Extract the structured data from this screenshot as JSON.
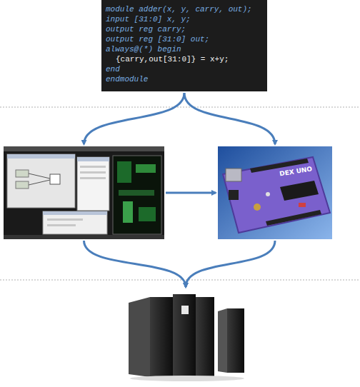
{
  "diagram": {
    "nodes": [
      {
        "text": [
          "module adder(x, y, carry, out);",
          "input [31:0] x, y;",
          "output reg carry;",
          "output reg [31:0] out;",
          "always@(*) begin",
          "{carry,out[31:0]} = x+y;",
          "end",
          "endmodule"
        ]
      },
      {
        "text": []
      },
      {
        "text": [
          "DEX UNO"
        ]
      },
      {
        "text": []
      }
    ],
    "edges": [
      {
        "from": 0,
        "to": 1,
        "arrow": "to"
      },
      {
        "from": 0,
        "to": 2,
        "arrow": "to"
      },
      {
        "from": 1,
        "to": 2,
        "arrow": "to"
      },
      {
        "from": 1,
        "to": 3,
        "arrow": "to"
      },
      {
        "from": 2,
        "to": 3,
        "arrow": "to"
      }
    ]
  }
}
